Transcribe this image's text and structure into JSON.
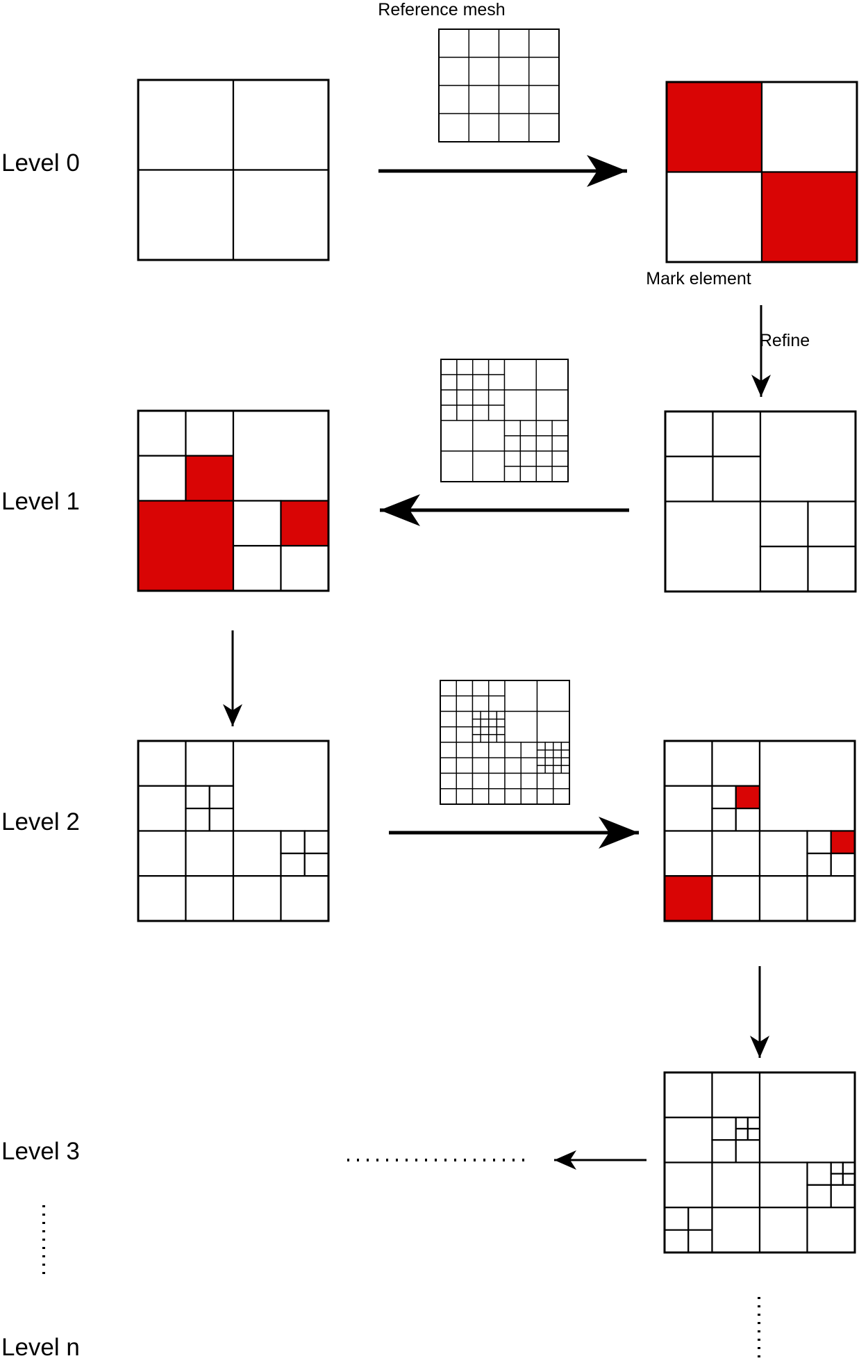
{
  "labels": {
    "level0": "Level 0",
    "level1": "Level 1",
    "level2": "Level 2",
    "level3": "Level 3",
    "leveln": "Level n",
    "reference_mesh": "Reference mesh",
    "mark_element": "Mark element",
    "refine": "Refine"
  },
  "colors": {
    "marked": "#d90505",
    "line": "#000000",
    "background": "#ffffff"
  },
  "grids": {
    "g0": {
      "cells": [
        [
          0,
          0,
          2
        ],
        [
          2,
          0,
          2
        ],
        [
          0,
          2,
          2
        ],
        [
          2,
          2,
          2
        ]
      ],
      "marked": []
    },
    "gm0": {
      "cells": [
        [
          0,
          0,
          2
        ],
        [
          2,
          0,
          2
        ],
        [
          0,
          2,
          2
        ],
        [
          2,
          2,
          2
        ]
      ],
      "marked": [
        [
          0,
          0
        ],
        [
          2,
          2
        ]
      ]
    },
    "gr1": {
      "cells": [
        [
          0,
          0,
          1
        ],
        [
          1,
          0,
          1
        ],
        [
          0,
          1,
          1
        ],
        [
          1,
          1,
          1
        ],
        [
          2,
          0,
          2
        ],
        [
          0,
          2,
          2
        ],
        [
          2,
          2,
          1
        ],
        [
          3,
          2,
          1
        ],
        [
          2,
          3,
          1
        ],
        [
          3,
          3,
          1
        ]
      ],
      "marked": []
    },
    "gm1": {
      "cells": [
        [
          0,
          0,
          1
        ],
        [
          1,
          0,
          1
        ],
        [
          0,
          1,
          1
        ],
        [
          1,
          1,
          1
        ],
        [
          2,
          0,
          2
        ],
        [
          0,
          2,
          2
        ],
        [
          2,
          2,
          1
        ],
        [
          3,
          2,
          1
        ],
        [
          2,
          3,
          1
        ],
        [
          3,
          3,
          1
        ]
      ],
      "marked": [
        [
          1,
          1
        ],
        [
          0,
          2
        ],
        [
          3,
          2
        ]
      ]
    },
    "g2": {
      "cells": [
        [
          0,
          0,
          1
        ],
        [
          1,
          0,
          1
        ],
        [
          0,
          1,
          1
        ],
        [
          1,
          1,
          0.5
        ],
        [
          1.5,
          1,
          0.5
        ],
        [
          1,
          1.5,
          0.5
        ],
        [
          1.5,
          1.5,
          0.5
        ],
        [
          2,
          0,
          2
        ],
        [
          0,
          2,
          1
        ],
        [
          1,
          2,
          1
        ],
        [
          0,
          3,
          1
        ],
        [
          1,
          3,
          1
        ],
        [
          2,
          2,
          1
        ],
        [
          3,
          2,
          0.5
        ],
        [
          3.5,
          2,
          0.5
        ],
        [
          3,
          2.5,
          0.5
        ],
        [
          3.5,
          2.5,
          0.5
        ],
        [
          2,
          3,
          1
        ],
        [
          3,
          3,
          1
        ]
      ],
      "marked": []
    },
    "gm2": {
      "cells": [
        [
          0,
          0,
          1
        ],
        [
          1,
          0,
          1
        ],
        [
          0,
          1,
          1
        ],
        [
          1,
          1,
          0.5
        ],
        [
          1.5,
          1,
          0.5
        ],
        [
          1,
          1.5,
          0.5
        ],
        [
          1.5,
          1.5,
          0.5
        ],
        [
          2,
          0,
          2
        ],
        [
          0,
          2,
          1
        ],
        [
          1,
          2,
          1
        ],
        [
          0,
          3,
          1
        ],
        [
          1,
          3,
          1
        ],
        [
          2,
          2,
          1
        ],
        [
          3,
          2,
          0.5
        ],
        [
          3.5,
          2,
          0.5
        ],
        [
          3,
          2.5,
          0.5
        ],
        [
          3.5,
          2.5,
          0.5
        ],
        [
          2,
          3,
          1
        ],
        [
          3,
          3,
          1
        ]
      ],
      "marked": [
        [
          1.5,
          1
        ],
        [
          3.5,
          2
        ],
        [
          0,
          3
        ]
      ]
    },
    "g3": {
      "cells": [
        [
          0,
          0,
          1
        ],
        [
          1,
          0,
          1
        ],
        [
          0,
          1,
          1
        ],
        [
          1,
          1,
          0.5
        ],
        [
          1.5,
          1,
          0.25
        ],
        [
          1.75,
          1,
          0.25
        ],
        [
          1.5,
          1.25,
          0.25
        ],
        [
          1.75,
          1.25,
          0.25
        ],
        [
          1,
          1.5,
          0.5
        ],
        [
          1.5,
          1.5,
          0.5
        ],
        [
          2,
          0,
          2
        ],
        [
          0,
          2,
          1
        ],
        [
          1,
          2,
          1
        ],
        [
          0,
          3,
          0.5
        ],
        [
          0.5,
          3,
          0.5
        ],
        [
          0,
          3.5,
          0.5
        ],
        [
          0.5,
          3.5,
          0.5
        ],
        [
          1,
          3,
          1
        ],
        [
          2,
          2,
          1
        ],
        [
          3,
          2,
          0.5
        ],
        [
          3.5,
          2,
          0.25
        ],
        [
          3.75,
          2,
          0.25
        ],
        [
          3.5,
          2.25,
          0.25
        ],
        [
          3.75,
          2.25,
          0.25
        ],
        [
          3,
          2.5,
          0.5
        ],
        [
          3.5,
          2.5,
          0.5
        ],
        [
          2,
          3,
          1
        ],
        [
          3,
          3,
          1
        ]
      ],
      "marked": []
    },
    "ref0": {
      "cells": [
        [
          0,
          0,
          1
        ],
        [
          1,
          0,
          1
        ],
        [
          2,
          0,
          1
        ],
        [
          3,
          0,
          1
        ],
        [
          0,
          1,
          1
        ],
        [
          1,
          1,
          1
        ],
        [
          2,
          1,
          1
        ],
        [
          3,
          1,
          1
        ],
        [
          0,
          2,
          1
        ],
        [
          1,
          2,
          1
        ],
        [
          2,
          2,
          1
        ],
        [
          3,
          2,
          1
        ],
        [
          0,
          3,
          1
        ],
        [
          1,
          3,
          1
        ],
        [
          2,
          3,
          1
        ],
        [
          3,
          3,
          1
        ]
      ],
      "marked": []
    },
    "ref1": {
      "cells": [
        [
          0,
          0,
          0.5
        ],
        [
          0.5,
          0,
          0.5
        ],
        [
          0,
          0.5,
          0.5
        ],
        [
          0.5,
          0.5,
          0.5
        ],
        [
          1,
          0,
          0.5
        ],
        [
          1.5,
          0,
          0.5
        ],
        [
          1,
          0.5,
          0.5
        ],
        [
          1.5,
          0.5,
          0.5
        ],
        [
          0,
          1,
          0.5
        ],
        [
          0.5,
          1,
          0.5
        ],
        [
          0,
          1.5,
          0.5
        ],
        [
          0.5,
          1.5,
          0.5
        ],
        [
          1,
          1,
          0.5
        ],
        [
          1.5,
          1,
          0.5
        ],
        [
          1,
          1.5,
          0.5
        ],
        [
          1.5,
          1.5,
          0.5
        ],
        [
          2,
          0,
          1
        ],
        [
          3,
          0,
          1
        ],
        [
          2,
          1,
          1
        ],
        [
          3,
          1,
          1
        ],
        [
          0,
          2,
          1
        ],
        [
          1,
          2,
          1
        ],
        [
          0,
          3,
          1
        ],
        [
          1,
          3,
          1
        ],
        [
          2,
          2,
          0.5
        ],
        [
          2.5,
          2,
          0.5
        ],
        [
          2,
          2.5,
          0.5
        ],
        [
          2.5,
          2.5,
          0.5
        ],
        [
          3,
          2,
          0.5
        ],
        [
          3.5,
          2,
          0.5
        ],
        [
          3,
          2.5,
          0.5
        ],
        [
          3.5,
          2.5,
          0.5
        ],
        [
          2,
          3,
          0.5
        ],
        [
          2.5,
          3,
          0.5
        ],
        [
          2,
          3.5,
          0.5
        ],
        [
          2.5,
          3.5,
          0.5
        ],
        [
          3,
          3,
          0.5
        ],
        [
          3.5,
          3,
          0.5
        ],
        [
          3,
          3.5,
          0.5
        ],
        [
          3.5,
          3.5,
          0.5
        ]
      ],
      "marked": []
    },
    "ref2": {
      "cells": [
        [
          0,
          0,
          0.5
        ],
        [
          0.5,
          0,
          0.5
        ],
        [
          0,
          0.5,
          0.5
        ],
        [
          0.5,
          0.5,
          0.5
        ],
        [
          1,
          0,
          0.5
        ],
        [
          1.5,
          0,
          0.5
        ],
        [
          1,
          0.5,
          0.5
        ],
        [
          1.5,
          0.5,
          0.5
        ],
        [
          0,
          1,
          0.5
        ],
        [
          0.5,
          1,
          0.5
        ],
        [
          0,
          1.5,
          0.5
        ],
        [
          0.5,
          1.5,
          0.5
        ],
        [
          1,
          1,
          0.25
        ],
        [
          1.25,
          1,
          0.25
        ],
        [
          1,
          1.25,
          0.25
        ],
        [
          1.25,
          1.25,
          0.25
        ],
        [
          1.5,
          1,
          0.25
        ],
        [
          1.75,
          1,
          0.25
        ],
        [
          1.5,
          1.25,
          0.25
        ],
        [
          1.75,
          1.25,
          0.25
        ],
        [
          1,
          1.5,
          0.25
        ],
        [
          1.25,
          1.5,
          0.25
        ],
        [
          1,
          1.75,
          0.25
        ],
        [
          1.25,
          1.75,
          0.25
        ],
        [
          1.5,
          1.5,
          0.25
        ],
        [
          1.75,
          1.5,
          0.25
        ],
        [
          1.5,
          1.75,
          0.25
        ],
        [
          1.75,
          1.75,
          0.25
        ],
        [
          2,
          0,
          1
        ],
        [
          3,
          0,
          1
        ],
        [
          2,
          1,
          1
        ],
        [
          3,
          1,
          1
        ],
        [
          0,
          2,
          0.5
        ],
        [
          0.5,
          2,
          0.5
        ],
        [
          0,
          2.5,
          0.5
        ],
        [
          0.5,
          2.5,
          0.5
        ],
        [
          1,
          2,
          0.5
        ],
        [
          1.5,
          2,
          0.5
        ],
        [
          1,
          2.5,
          0.5
        ],
        [
          1.5,
          2.5,
          0.5
        ],
        [
          0,
          3,
          0.5
        ],
        [
          0.5,
          3,
          0.5
        ],
        [
          0,
          3.5,
          0.5
        ],
        [
          0.5,
          3.5,
          0.5
        ],
        [
          1,
          3,
          0.5
        ],
        [
          1.5,
          3,
          0.5
        ],
        [
          1,
          3.5,
          0.5
        ],
        [
          1.5,
          3.5,
          0.5
        ],
        [
          2,
          2,
          0.5
        ],
        [
          2.5,
          2,
          0.5
        ],
        [
          2,
          2.5,
          0.5
        ],
        [
          2.5,
          2.5,
          0.5
        ],
        [
          3,
          2,
          0.25
        ],
        [
          3.25,
          2,
          0.25
        ],
        [
          3,
          2.25,
          0.25
        ],
        [
          3.25,
          2.25,
          0.25
        ],
        [
          3.5,
          2,
          0.25
        ],
        [
          3.75,
          2,
          0.25
        ],
        [
          3.5,
          2.25,
          0.25
        ],
        [
          3.75,
          2.25,
          0.25
        ],
        [
          3,
          2.5,
          0.25
        ],
        [
          3.25,
          2.5,
          0.25
        ],
        [
          3,
          2.75,
          0.25
        ],
        [
          3.25,
          2.75,
          0.25
        ],
        [
          3.5,
          2.5,
          0.25
        ],
        [
          3.75,
          2.5,
          0.25
        ],
        [
          3.5,
          2.75,
          0.25
        ],
        [
          3.75,
          2.75,
          0.25
        ],
        [
          2,
          3,
          0.5
        ],
        [
          2.5,
          3,
          0.5
        ],
        [
          2,
          3.5,
          0.5
        ],
        [
          2.5,
          3.5,
          0.5
        ],
        [
          3,
          3,
          0.5
        ],
        [
          3.5,
          3,
          0.5
        ],
        [
          3,
          3.5,
          0.5
        ],
        [
          3.5,
          3.5,
          0.5
        ]
      ],
      "marked": []
    }
  }
}
